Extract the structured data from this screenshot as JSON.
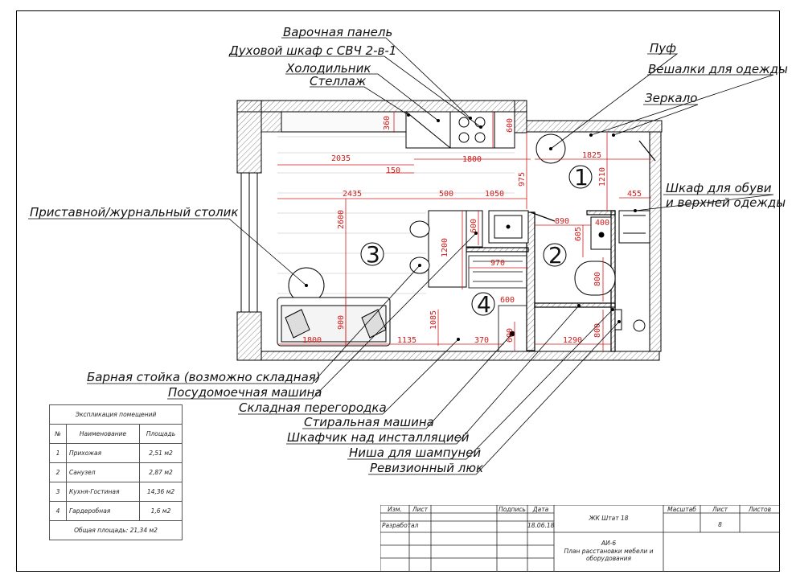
{
  "callouts": {
    "hob": "Варочная панель",
    "oven": "Духовой шкаф с СВЧ 2-в-1",
    "fridge": "Холодильник",
    "shelf": "Стеллаж",
    "pouf": "Пуф",
    "hangers": "Вешалки для одежды",
    "mirror": "Зеркало",
    "wardrobe_line1": "Шкаф для обуви",
    "wardrobe_line2": "и верхней одежды",
    "coffee_table": "Приставной/журнальный столик",
    "bar_counter": "Барная стойка (возможно складная)",
    "dishwasher": "Посудомоечная машина",
    "folding_partition": "Складная перегородка",
    "washing_machine": "Стиральная машина",
    "installation_cabinet": "Шкафчик над инсталляцией",
    "shampoo_niche": "Ниша для шампуней",
    "inspection_hatch": "Ревизионный люк"
  },
  "rooms": [
    "1",
    "2",
    "3",
    "4"
  ],
  "dimensions": [
    "2035",
    "1800",
    "150",
    "360",
    "600",
    "975",
    "1825",
    "1210",
    "455",
    "2435",
    "500",
    "1050",
    "890",
    "400",
    "605",
    "2600",
    "600",
    "1200",
    "970",
    "800",
    "600",
    "1085",
    "900",
    "1800",
    "1135",
    "370",
    "600",
    "1290",
    "800"
  ],
  "explication": {
    "title": "Экспликация помещений",
    "headers": [
      "№",
      "Наименование",
      "Площадь"
    ],
    "rows": [
      {
        "num": "1",
        "name": "Прихожая",
        "area": "2,51 м2"
      },
      {
        "num": "2",
        "name": "Санузел",
        "area": "2,87 м2"
      },
      {
        "num": "3",
        "name": "Кухня-Гостиная",
        "area": "14,36 м2"
      },
      {
        "num": "4",
        "name": "Гардеробная",
        "area": "1,6 м2"
      }
    ],
    "total": "Общая площадь: 21,34 м2"
  },
  "stamp": {
    "h_izm": "Изм.",
    "h_list": "Лист",
    "h_sign": "Подпись",
    "h_date": "Дата",
    "developed": "Разработал",
    "date": "18.06.18",
    "project": "ЖК Штат 18",
    "code": "АИ-6",
    "sheet_title": "План расстановки мебели и оборудования",
    "h_scale": "Масштаб",
    "h_sheet": "Лист",
    "h_sheets": "Листов",
    "sheet_no": "8"
  }
}
